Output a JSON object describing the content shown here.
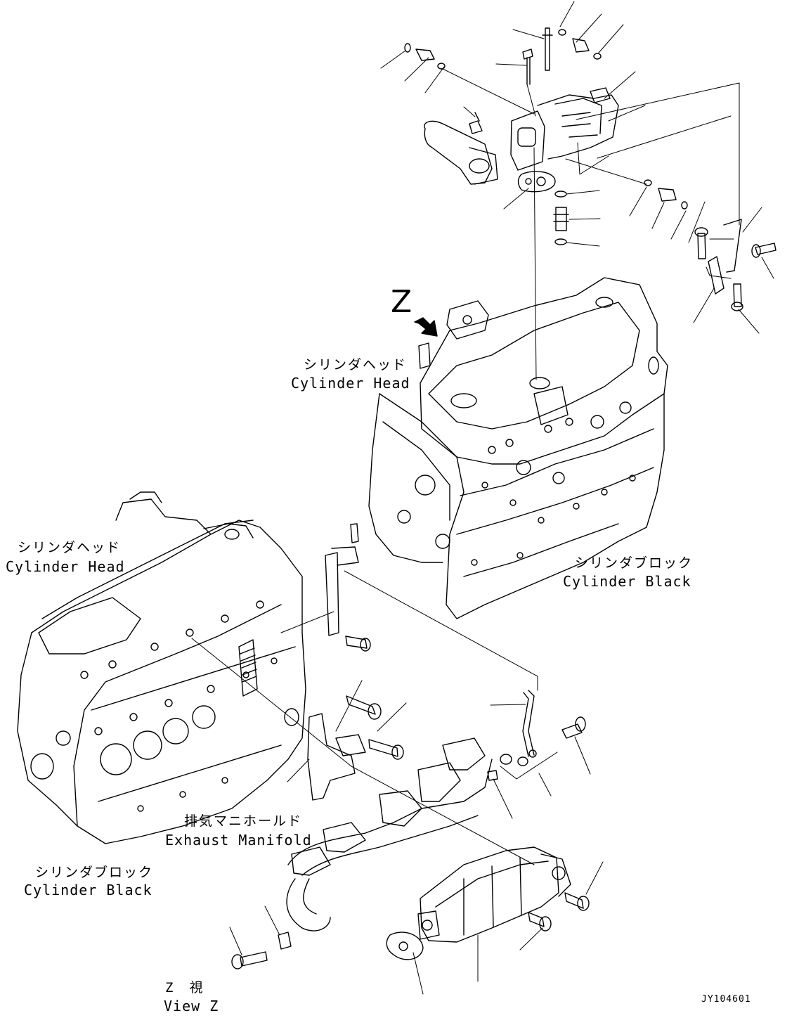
{
  "labels": {
    "upper_head_jp": "シリンダヘッド",
    "upper_head_en": "Cylinder Head",
    "upper_block_jp": "シリンダブロック",
    "upper_block_en": "Cylinder Black",
    "lower_head_jp": "シリンダヘッド",
    "lower_head_en": "Cylinder Head",
    "lower_block_jp": "シリンダブロック",
    "lower_block_en": "Cylinder Black",
    "manifold_jp": "排気マニホールド",
    "manifold_en": "Exhaust Manifold",
    "view_letter": "Z",
    "view_jp": "Z　視",
    "view_en": "View Z",
    "drawing_code": "JY104601"
  },
  "colors": {
    "ink": "#000000",
    "paper": "#ffffff"
  }
}
